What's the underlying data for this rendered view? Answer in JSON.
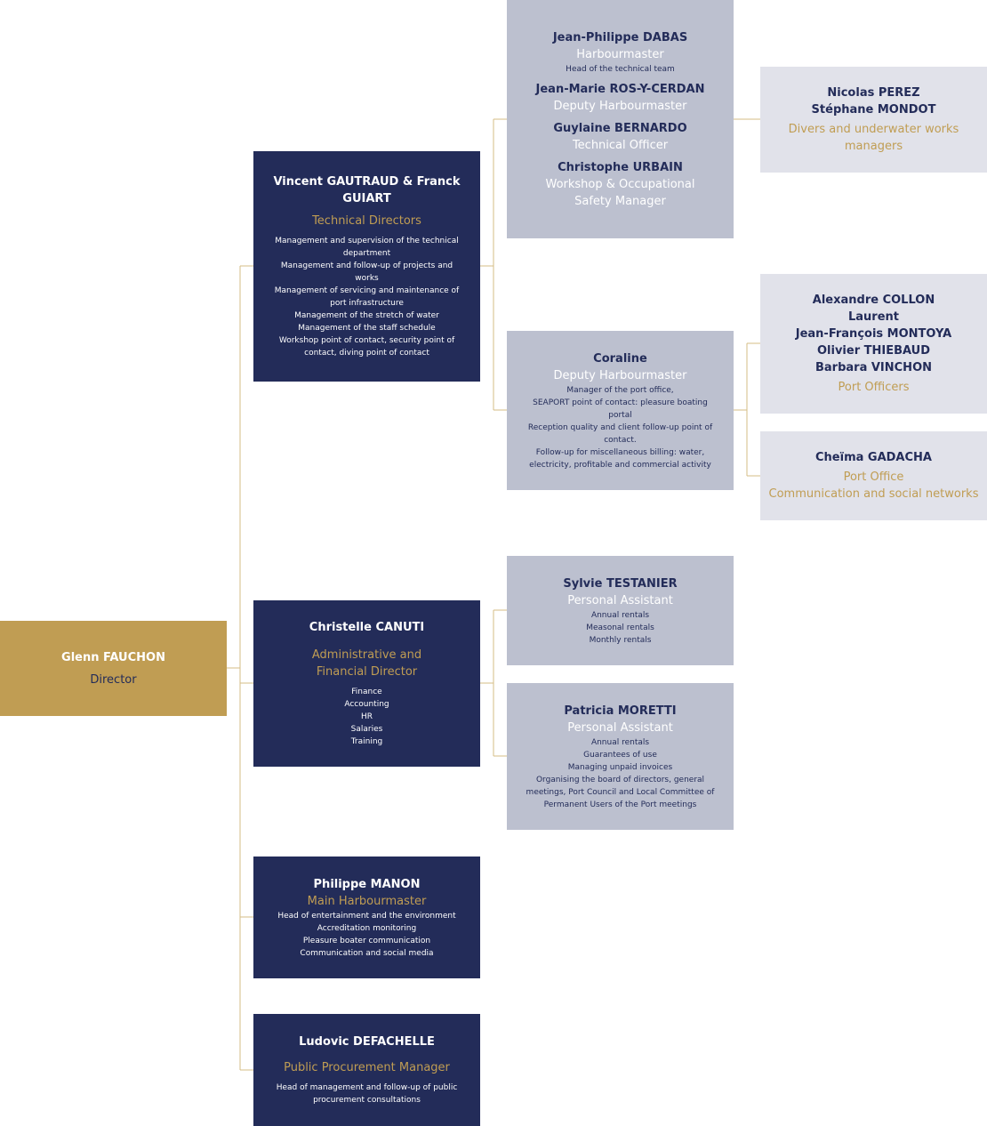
{
  "director": {
    "name": "Glenn FAUCHON",
    "role": "Director"
  },
  "technical": {
    "name": "Vincent GAUTRAUD & Franck GUIART",
    "role": "Technical Directors",
    "duties": [
      "Management and supervision of the technical department",
      "Management and follow-up of projects and works",
      "Management of servicing and maintenance of port infrastructure",
      "Management of the stretch of water",
      "Management of the staff schedule",
      "Workshop point of contact, security point of contact, diving point of contact"
    ]
  },
  "harbour_team": {
    "members": [
      {
        "name": "Jean-Philippe DABAS",
        "role": "Harbourmaster",
        "note": "Head of the technical team"
      },
      {
        "name": "Jean-Marie ROS-Y-CERDAN",
        "role": "Deputy Harbourmaster"
      },
      {
        "name": "Guylaine BERNARDO",
        "role": "Technical Officer"
      },
      {
        "name": "Christophe URBAIN",
        "role": "Workshop & Occupational Safety Manager"
      }
    ]
  },
  "divers": {
    "names": [
      "Nicolas PEREZ",
      "Stéphane MONDOT"
    ],
    "role": "Divers and underwater works managers"
  },
  "coraline": {
    "name": "Coraline",
    "role": "Deputy Harbourmaster",
    "duties": [
      "Manager of the port office,",
      "SEAPORT point of contact: pleasure boating portal",
      "Reception quality and client follow-up point of contact.",
      "Follow-up for miscellaneous billing: water, electricity, profitable and commercial activity"
    ]
  },
  "port_officers": {
    "names": [
      "Alexandre COLLON",
      "Laurent",
      "Jean-François MONTOYA",
      "Olivier THIEBAUD",
      "Barbara VINCHON"
    ],
    "role": "Port Officers"
  },
  "port_office": {
    "name": "Cheïma GADACHA",
    "role": "Port Office",
    "subrole": "Communication and social networks"
  },
  "admin": {
    "name": "Christelle CANUTI",
    "role": "Administrative and Financial Director",
    "duties": [
      "Finance",
      "Accounting",
      "HR",
      "Salaries",
      "Training"
    ]
  },
  "assistant1": {
    "name": "Sylvie TESTANIER",
    "role": "Personal Assistant",
    "duties": [
      "Annual rentals",
      "Measonal rentals",
      "Monthly rentals"
    ]
  },
  "assistant2": {
    "name": "Patricia MORETTI",
    "role": "Personal Assistant",
    "duties": [
      "Annual rentals",
      "Guarantees of use",
      "Managing unpaid invoices",
      "Organising the board of directors, general meetings, Port Council and Local Committee of Permanent Users of the Port meetings"
    ]
  },
  "main_harbour": {
    "name": "Philippe MANON",
    "role": "Main Harbourmaster",
    "duties": [
      "Head of entertainment and the environment",
      "Accreditation monitoring",
      "Pleasure boater communication",
      "Communication and social media"
    ]
  },
  "procurement": {
    "name": "Ludovic DEFACHELLE",
    "role": "Public Procurement Manager",
    "duties": [
      "Head of management and follow-up of public procurement consultations"
    ]
  },
  "colors": {
    "navy": "#232c59",
    "gold": "#c09d53",
    "gray": "#bcc0cf",
    "light": "#e1e2ea",
    "line": "#d6bc86"
  }
}
